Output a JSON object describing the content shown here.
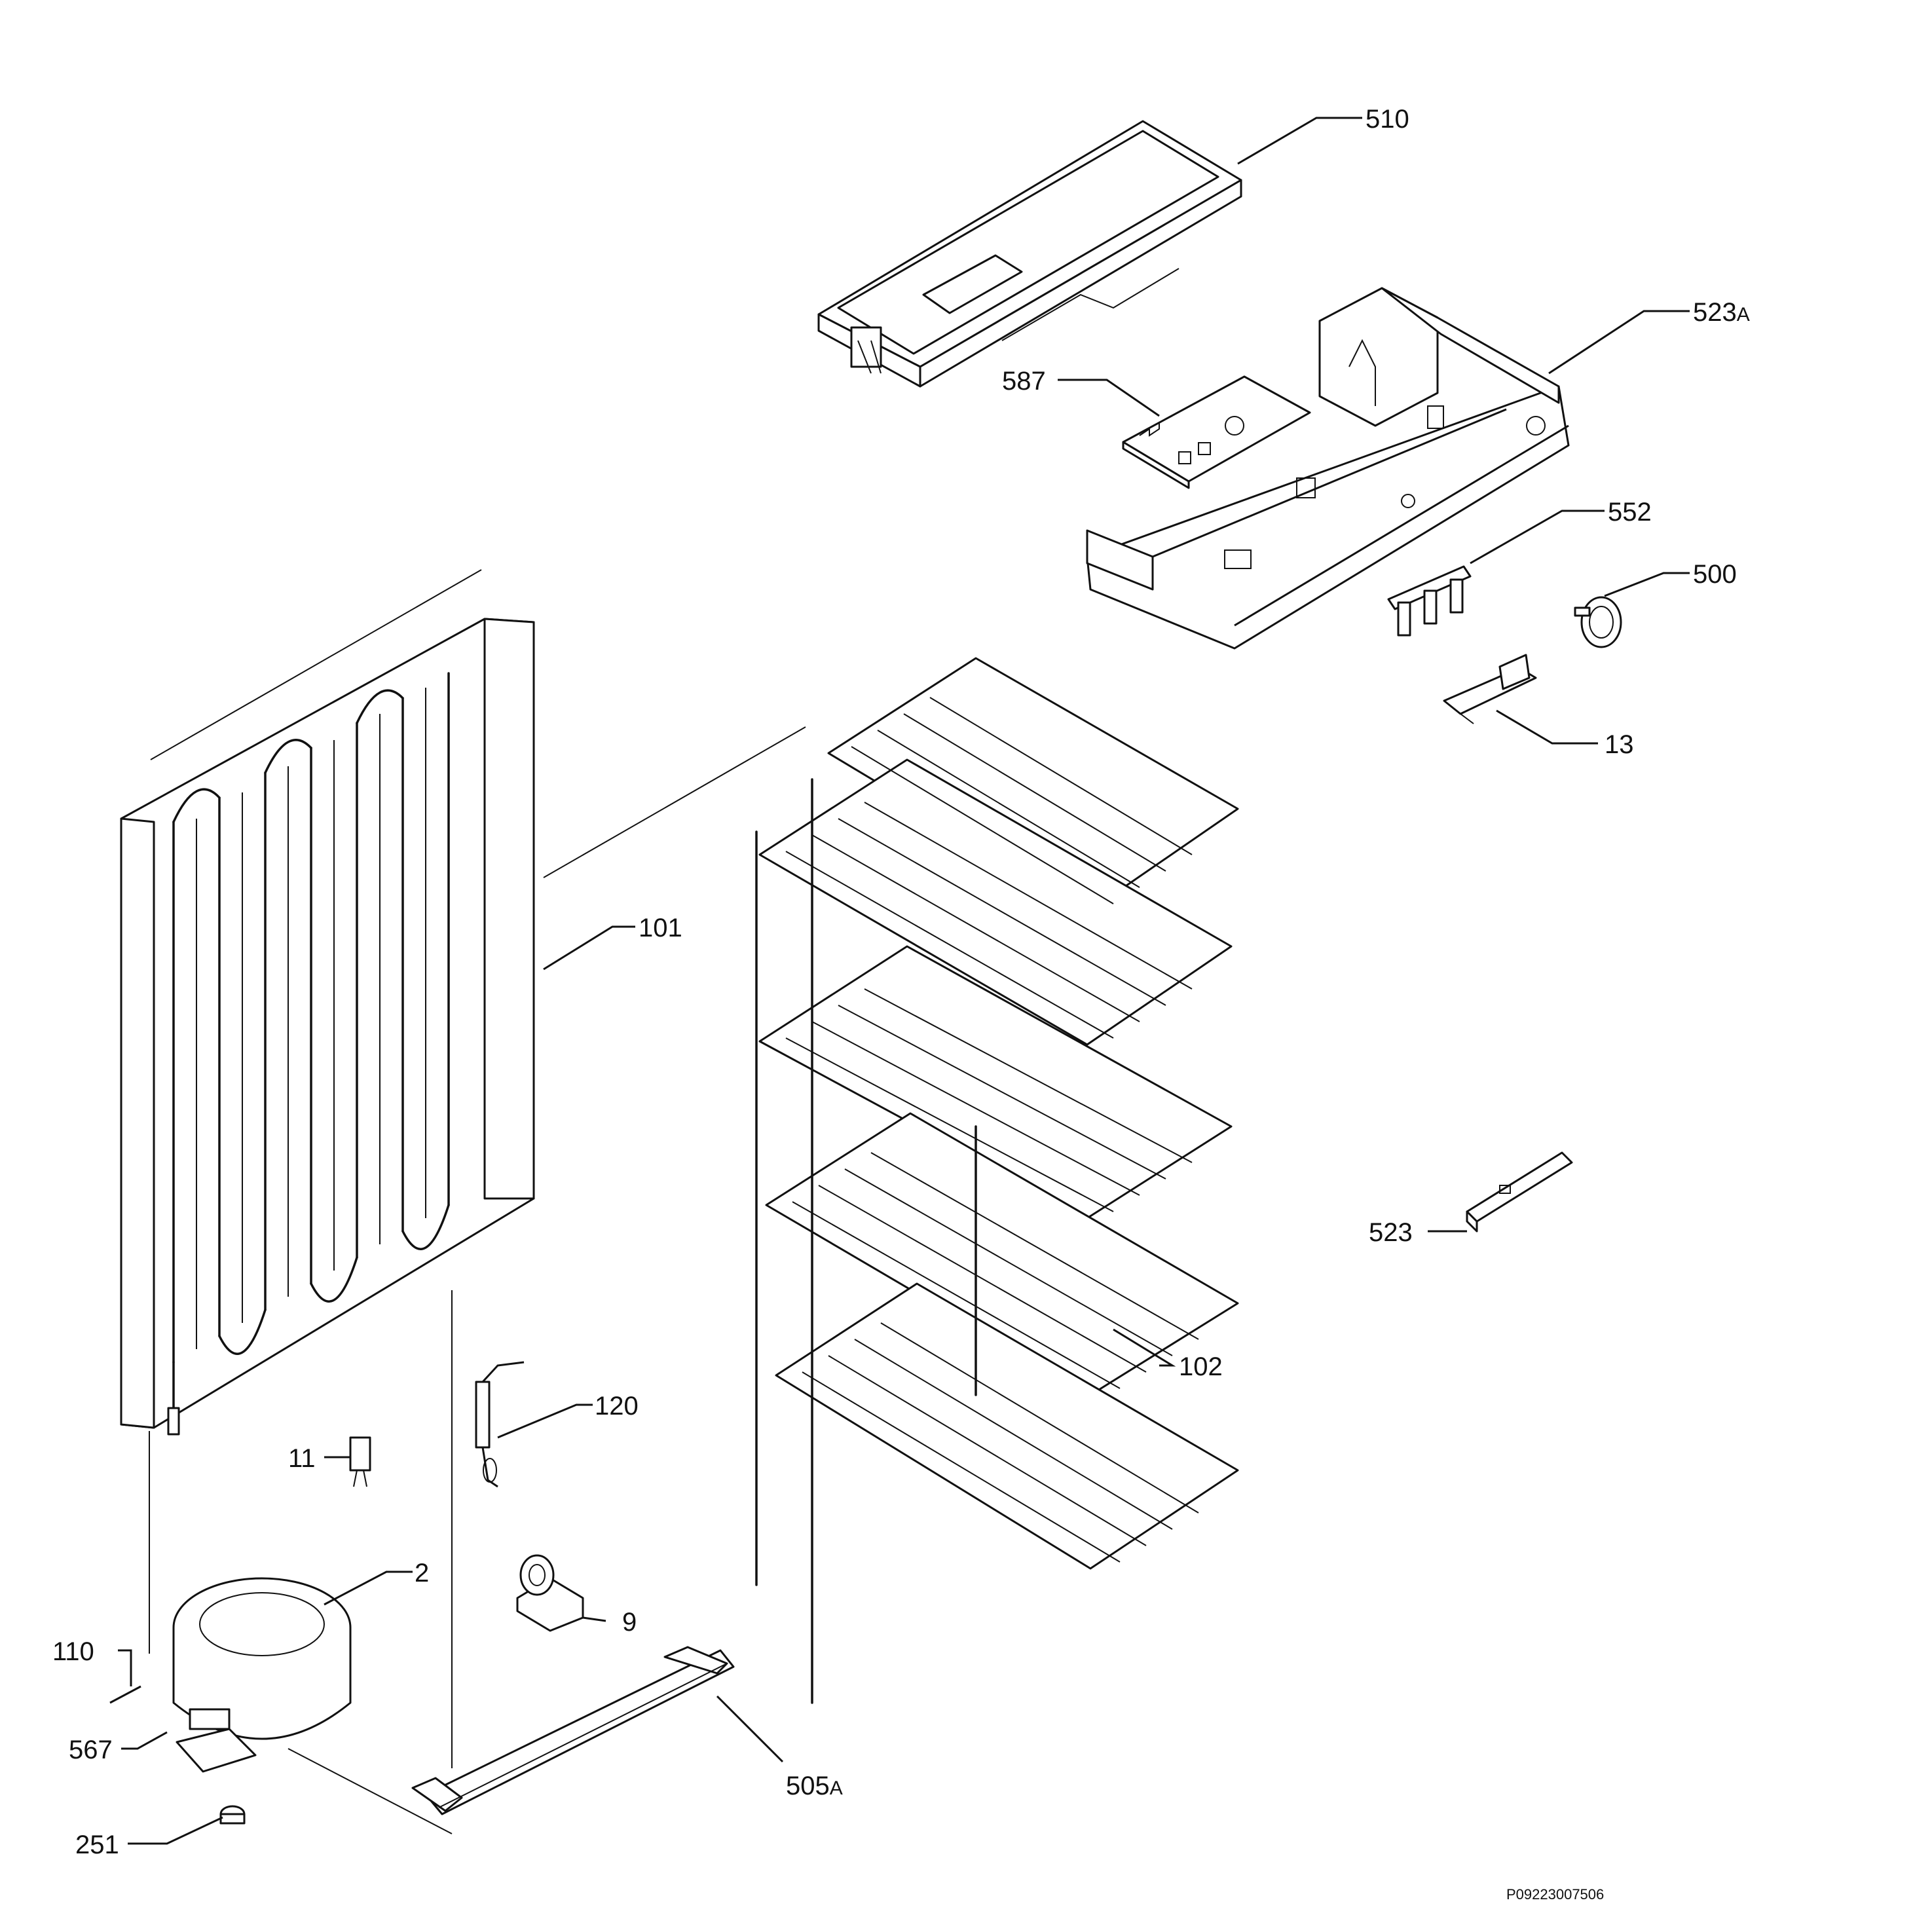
{
  "callouts": {
    "c510": "510",
    "c523a_num": "523",
    "c523a_suffix": "A",
    "c587": "587",
    "c552": "552",
    "c500": "500",
    "c13": "13",
    "c101": "101",
    "c523": "523",
    "c102": "102",
    "c120": "120",
    "c11": "11",
    "c2": "2",
    "c9": "9",
    "c110": "110",
    "c567": "567",
    "c505a_num": "505",
    "c505a_suffix": "A",
    "c251": "251"
  },
  "document_id": "P09223007506",
  "colors": {
    "ink": "#111111",
    "paper": "#ffffff"
  }
}
